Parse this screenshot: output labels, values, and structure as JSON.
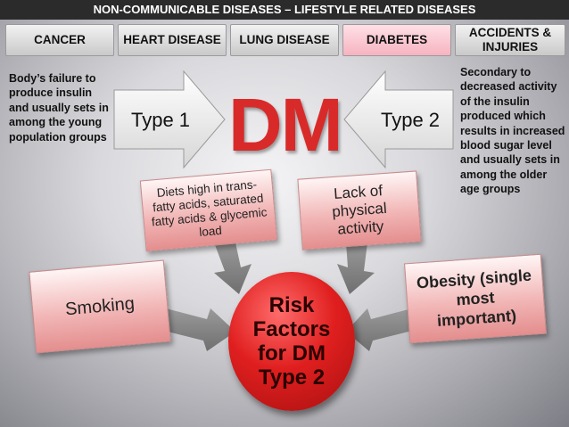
{
  "header": {
    "title": "NON-COMMUNICABLE DISEASES – LIFESTYLE RELATED DISEASES"
  },
  "tabs": [
    {
      "label": "CANCER"
    },
    {
      "label": "HEART DISEASE"
    },
    {
      "label": "LUNG DISEASE"
    },
    {
      "label": "DIABETES"
    },
    {
      "label": "ACCIDENTS & INJURIES"
    }
  ],
  "diagram": {
    "type1_description": "Body’s failure to produce insulin and usually sets in among the young population groups",
    "type2_description": "Secondary to decreased activity of the insulin produced which results in increased blood sugar level and usually sets in among the older age groups",
    "type1_label": "Type 1",
    "type2_label": "Type 2",
    "center_title": "DM",
    "risk_factors": {
      "diet": "Diets high in trans-fatty acids, saturated fatty acids & glycemic load",
      "physical": "Lack of physical activity",
      "smoking": "Smoking",
      "obesity": "Obesity (single most important)"
    },
    "center_circle": "Risk Factors for DM Type 2"
  },
  "colors": {
    "accent": "#d92a2a",
    "active_tab": "#f6b3c0",
    "header_bg": "#2b2b2b"
  }
}
